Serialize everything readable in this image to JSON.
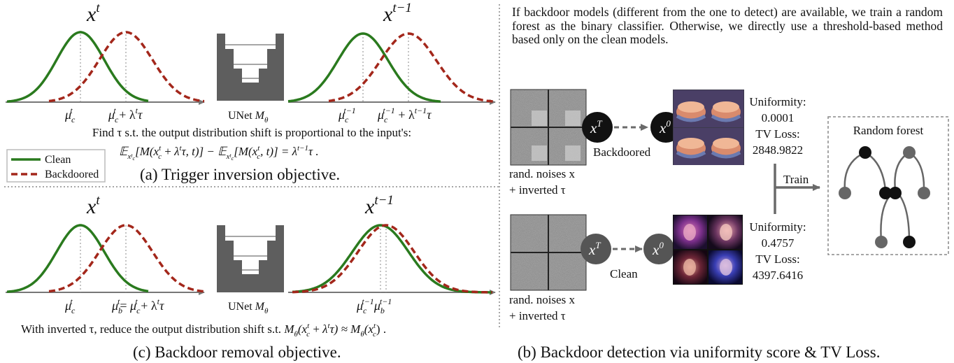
{
  "panel_a": {
    "left_dist_label": "x",
    "left_dist_sup": "t",
    "right_dist_label": "x",
    "right_dist_sup": "t−1",
    "unet_label": "UNet",
    "unet_symbol": "M",
    "unet_sub": "θ",
    "tick_labels": [
      "μ_c^t",
      "μ_c^t + λ^t τ",
      "μ_c^{t−1}",
      "μ_c^{t−1} + λ^{t−1} τ"
    ],
    "objective_line": "Find τ s.t. the output distribution shift is proportional to the input's:",
    "equation": "𝔼[M(x + λτ, t)] − 𝔼[M(x, t)] = λτ .",
    "caption": "(a) Trigger inversion objective."
  },
  "legend": {
    "clean": "Clean",
    "backdoored": "Backdoored"
  },
  "panel_c": {
    "left_dist_label": "x",
    "left_dist_sup": "t",
    "right_dist_label": "x",
    "right_dist_sup": "t−1",
    "unet_label": "UNet",
    "unet_symbol": "M",
    "unet_sub": "θ",
    "tick_labels": [
      "μ_c^t",
      "μ_b^t = μ_c^t + λ^t τ",
      "μ_c^{t−1}",
      "μ_b^{t−1}"
    ],
    "objective_line_prefix": "With inverted τ, reduce the output distribution shift s.t.",
    "caption": "(c) Backdoor removal objective."
  },
  "panel_b": {
    "description": "If backdoor models (different from the one to detect) are available, we train a random forest as the binary classifier. Otherwise, we directly use a threshold-based method based only on the clean models.",
    "backdoored": {
      "noise_label_1": "rand. noises x",
      "noise_label_2": "+ inverted τ",
      "node_from": "x",
      "node_from_sup": "T",
      "node_to": "x",
      "node_to_sup": "0",
      "tag": "Backdoored",
      "uniformity_label": "Uniformity:",
      "uniformity_value": "0.0001",
      "tv_label": "TV Loss:",
      "tv_value": "2848.9822"
    },
    "clean": {
      "noise_label_1": "rand. noises x",
      "noise_label_2": "+ inverted τ",
      "node_from": "x",
      "node_from_sup": "T",
      "node_to": "x",
      "node_to_sup": "0",
      "tag": "Clean",
      "uniformity_label": "Uniformity:",
      "uniformity_value": "0.4757",
      "tv_label": "TV Loss:",
      "tv_value": "4397.6416"
    },
    "train_label": "Train",
    "forest_title": "Random forest",
    "caption": "(b) Backdoor detection via uniformity score & TV Loss."
  },
  "colors": {
    "clean": "#2a7a1e",
    "backdoored": "#a3271b",
    "unet": "#5e5e5e",
    "axis": "#777777"
  }
}
